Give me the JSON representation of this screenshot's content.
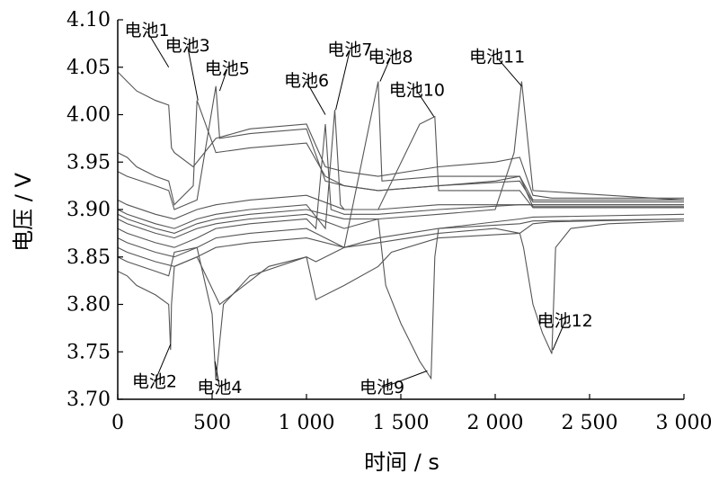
{
  "chart_data": {
    "type": "line",
    "xlabel": "时间 / s",
    "ylabel": "电压 / V",
    "xlim": [
      0,
      3000
    ],
    "ylim": [
      3.7,
      4.1
    ],
    "xticks": [
      0,
      500,
      1000,
      1500,
      2000,
      2500,
      3000
    ],
    "xtick_labels": [
      "0",
      "500",
      "1 000",
      "1 500",
      "2 000",
      "2 500",
      "3 000"
    ],
    "yticks": [
      3.7,
      3.75,
      3.8,
      3.85,
      3.9,
      3.95,
      4.0,
      4.05,
      4.1
    ],
    "ytick_labels": [
      "3.70",
      "3.75",
      "3.80",
      "3.85",
      "3.90",
      "3.95",
      "4.00",
      "4.05",
      "4.10"
    ],
    "line_color": "#555555",
    "series": [
      {
        "name": "电池1",
        "x": [
          0,
          50,
          100,
          200,
          270,
          285,
          300,
          400,
          520,
          700,
          1000,
          1100,
          1200,
          1380,
          1700,
          2000,
          2130,
          2200,
          2300,
          3000
        ],
        "y": [
          4.045,
          4.035,
          4.025,
          4.015,
          4.01,
          3.965,
          3.96,
          3.945,
          3.975,
          3.985,
          3.99,
          3.945,
          3.94,
          3.935,
          3.945,
          3.95,
          3.955,
          3.915,
          3.912,
          3.912
        ]
      },
      {
        "name": "电池2",
        "x": [
          0,
          50,
          100,
          200,
          270,
          280,
          285,
          300,
          420,
          540,
          800,
          1000,
          1050,
          1200,
          1380,
          1450,
          1700,
          2130,
          2200,
          2300,
          3000
        ],
        "y": [
          3.835,
          3.83,
          3.82,
          3.81,
          3.8,
          3.752,
          3.8,
          3.84,
          3.85,
          3.8,
          3.84,
          3.85,
          3.805,
          3.82,
          3.84,
          3.855,
          3.87,
          3.875,
          3.885,
          3.887,
          3.89
        ]
      },
      {
        "name": "电池3",
        "x": [
          0,
          50,
          100,
          200,
          270,
          300,
          400,
          420,
          520,
          700,
          1000,
          1100,
          1200,
          1380,
          1700,
          2000,
          2130,
          2200,
          3000
        ],
        "y": [
          3.96,
          3.955,
          3.945,
          3.935,
          3.93,
          3.905,
          3.925,
          4.015,
          3.96,
          3.965,
          3.97,
          3.935,
          3.925,
          3.92,
          3.925,
          3.93,
          3.935,
          3.91,
          3.91
        ]
      },
      {
        "name": "电池4",
        "x": [
          0,
          50,
          200,
          270,
          300,
          420,
          500,
          520,
          560,
          700,
          1000,
          1050,
          1200,
          1380,
          1700,
          2130,
          2200,
          3000
        ],
        "y": [
          3.85,
          3.845,
          3.835,
          3.83,
          3.855,
          3.86,
          3.79,
          3.72,
          3.8,
          3.83,
          3.85,
          3.845,
          3.86,
          3.87,
          3.88,
          3.885,
          3.888,
          3.89
        ]
      },
      {
        "name": "电池5",
        "x": [
          0,
          50,
          200,
          270,
          300,
          420,
          520,
          540,
          700,
          1000,
          1100,
          1200,
          1380,
          1700,
          2130,
          2200,
          3000
        ],
        "y": [
          3.94,
          3.935,
          3.925,
          3.92,
          3.9,
          3.91,
          4.03,
          3.975,
          3.98,
          3.985,
          3.93,
          3.925,
          3.92,
          3.925,
          3.93,
          3.908,
          3.908
        ]
      },
      {
        "name": "电池6",
        "x": [
          0,
          50,
          200,
          300,
          420,
          520,
          700,
          1000,
          1050,
          1100,
          1130,
          1200,
          1380,
          1700,
          2130,
          2200,
          3000
        ],
        "y": [
          3.88,
          3.875,
          3.865,
          3.86,
          3.87,
          3.88,
          3.885,
          3.89,
          3.88,
          3.99,
          3.9,
          3.895,
          3.895,
          3.9,
          3.905,
          3.905,
          3.905
        ]
      },
      {
        "name": "电池7",
        "x": [
          0,
          50,
          200,
          300,
          420,
          520,
          700,
          1000,
          1100,
          1150,
          1180,
          1200,
          1380,
          1700,
          2130,
          2200,
          3000
        ],
        "y": [
          3.9,
          3.895,
          3.885,
          3.88,
          3.89,
          3.895,
          3.9,
          3.905,
          3.88,
          4.005,
          3.905,
          3.9,
          3.9,
          3.905,
          3.905,
          3.905,
          3.905
        ]
      },
      {
        "name": "电池8",
        "x": [
          0,
          50,
          200,
          300,
          420,
          520,
          700,
          1000,
          1200,
          1380,
          1400,
          1700,
          2130,
          2200,
          3000
        ],
        "y": [
          3.87,
          3.865,
          3.855,
          3.85,
          3.86,
          3.87,
          3.875,
          3.88,
          3.86,
          4.035,
          3.93,
          3.935,
          3.935,
          3.903,
          3.903
        ]
      },
      {
        "name": "电池9",
        "x": [
          0,
          50,
          200,
          300,
          420,
          520,
          700,
          1000,
          1200,
          1380,
          1420,
          1500,
          1600,
          1660,
          1680,
          1700,
          2130,
          2200,
          3000
        ],
        "y": [
          3.89,
          3.885,
          3.875,
          3.87,
          3.88,
          3.885,
          3.89,
          3.895,
          3.88,
          3.89,
          3.82,
          3.78,
          3.74,
          3.722,
          3.85,
          3.88,
          3.89,
          3.892,
          3.895
        ]
      },
      {
        "name": "电池10",
        "x": [
          0,
          50,
          200,
          300,
          420,
          520,
          700,
          1000,
          1200,
          1380,
          1600,
          1680,
          1700,
          2130,
          2200,
          3000
        ],
        "y": [
          3.91,
          3.905,
          3.895,
          3.89,
          3.9,
          3.905,
          3.91,
          3.915,
          3.9,
          3.9,
          3.99,
          3.998,
          3.92,
          3.92,
          3.902,
          3.902
        ]
      },
      {
        "name": "电池11",
        "x": [
          0,
          50,
          200,
          300,
          420,
          520,
          700,
          1000,
          1200,
          1380,
          1700,
          2000,
          2100,
          2140,
          2200,
          3000
        ],
        "y": [
          3.895,
          3.89,
          3.88,
          3.875,
          3.885,
          3.89,
          3.895,
          3.9,
          3.89,
          3.89,
          3.895,
          3.9,
          3.96,
          4.035,
          3.92,
          3.91
        ]
      },
      {
        "name": "电池12",
        "x": [
          0,
          50,
          200,
          300,
          420,
          520,
          700,
          1000,
          1200,
          1380,
          1700,
          2000,
          2130,
          2150,
          2200,
          2250,
          2300,
          2320,
          2400,
          2600,
          3000
        ],
        "y": [
          3.86,
          3.855,
          3.845,
          3.84,
          3.85,
          3.86,
          3.865,
          3.87,
          3.86,
          3.865,
          3.875,
          3.88,
          3.875,
          3.86,
          3.8,
          3.77,
          3.748,
          3.86,
          3.88,
          3.885,
          3.888
        ]
      }
    ],
    "annotations": [
      {
        "text": "电池1",
        "x": 155,
        "y": 4.088,
        "point": [
          270,
          4.05
        ]
      },
      {
        "text": "电池2",
        "x": 195,
        "y": 3.718,
        "point": [
          280,
          3.758
        ]
      },
      {
        "text": "电池3",
        "x": 370,
        "y": 4.072,
        "point": [
          425,
          4.015
        ]
      },
      {
        "text": "电池4",
        "x": 540,
        "y": 3.712,
        "point": [
          515,
          3.74
        ]
      },
      {
        "text": "电池5",
        "x": 580,
        "y": 4.048,
        "point": [
          540,
          4.025
        ]
      },
      {
        "text": "电池6",
        "x": 1000,
        "y": 4.035,
        "point": [
          1100,
          4.0
        ]
      },
      {
        "text": "电池7",
        "x": 1230,
        "y": 4.068,
        "point": [
          1155,
          4.005
        ]
      },
      {
        "text": "电池8",
        "x": 1445,
        "y": 4.06,
        "point": [
          1390,
          4.035
        ]
      },
      {
        "text": "电池9",
        "x": 1400,
        "y": 3.712,
        "point": [
          1640,
          3.73
        ]
      },
      {
        "text": "电池10",
        "x": 1585,
        "y": 4.025,
        "point": [
          1675,
          3.998
        ]
      },
      {
        "text": "电池11",
        "x": 2010,
        "y": 4.06,
        "point": [
          2140,
          4.03
        ]
      },
      {
        "text": "电池12",
        "x": 2370,
        "y": 3.782,
        "point": [
          2305,
          3.752
        ]
      }
    ]
  }
}
